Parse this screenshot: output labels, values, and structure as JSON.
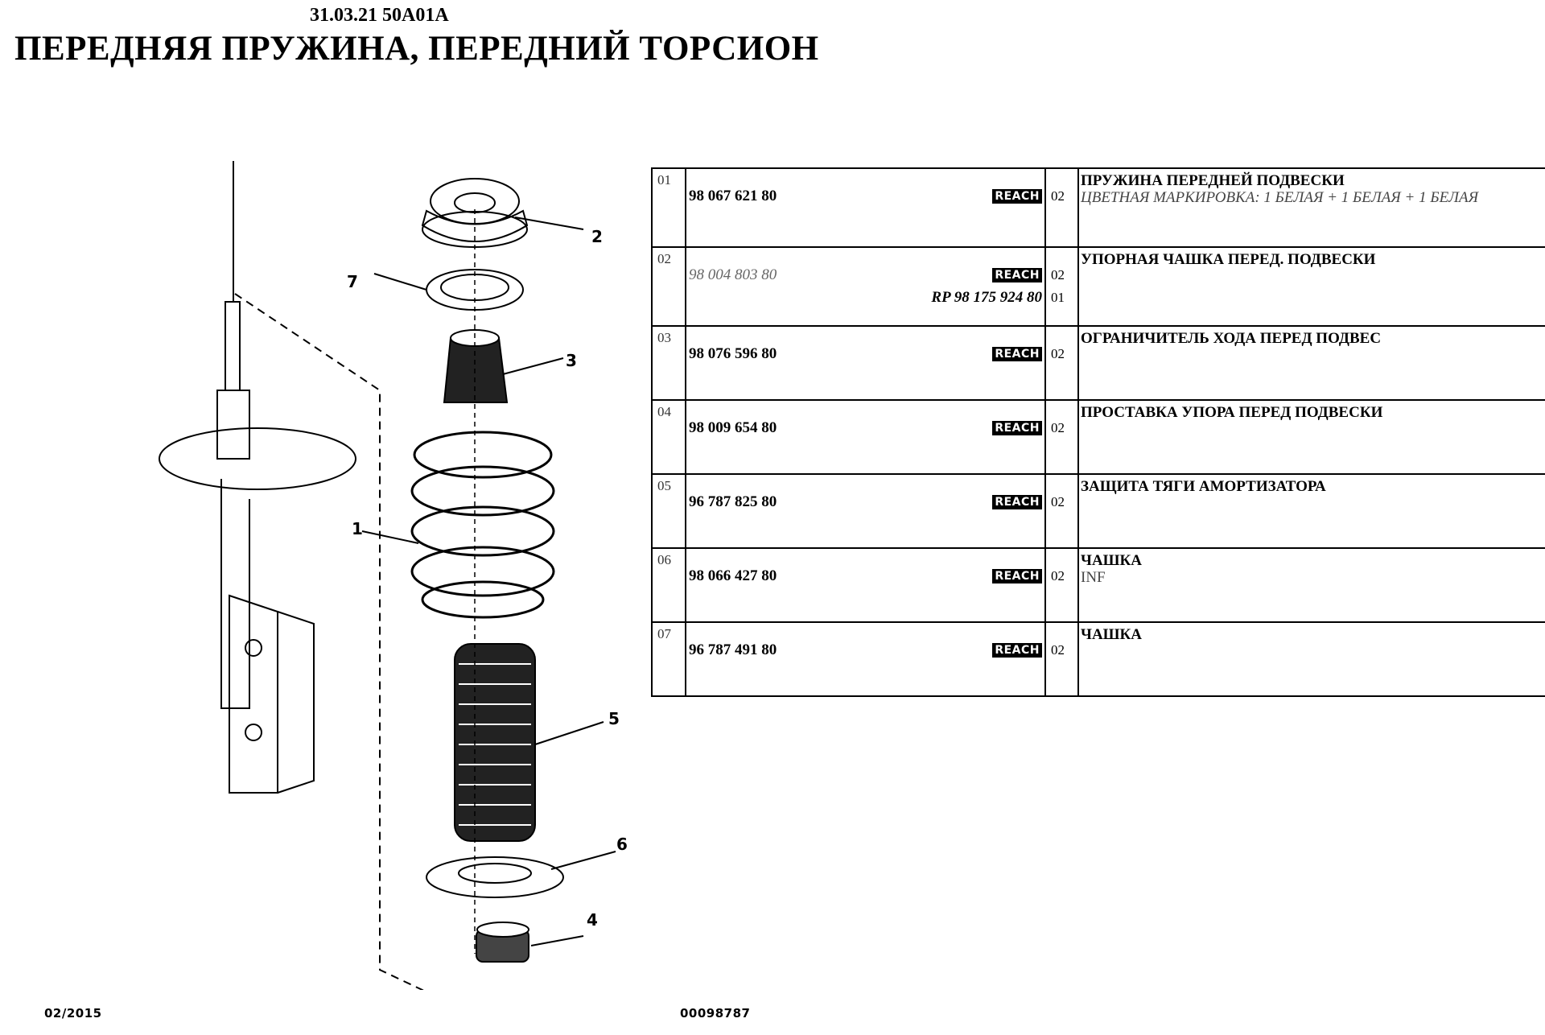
{
  "header": {
    "code": "31.03.21 50A01A",
    "title": "ПЕРЕДНЯЯ ПРУЖИНА, ПЕРЕДНИЙ ТОРСИОН"
  },
  "footer": {
    "date": "02/2015",
    "doc_number": "00098787"
  },
  "diagram": {
    "callouts": [
      "1",
      "2",
      "3",
      "4",
      "5",
      "6",
      "7"
    ]
  },
  "badge_text": "REACH",
  "parts": [
    {
      "index": "01",
      "ref": "98 067 621 80",
      "reach": "REACH",
      "qty": "02",
      "desc": "ПРУЖИНА ПЕРЕДНЕЙ ПОДВЕСКИ",
      "note": "ЦВЕТНАЯ МАРКИРОВКА: 1 БЕЛАЯ + 1 БЕЛАЯ + 1 БЕЛАЯ"
    },
    {
      "index": "02",
      "ref": "98 004 803 80",
      "reach": "REACH",
      "qty": "02",
      "rp": "RP 98 175 924 80",
      "rp_qty": "01",
      "desc": "УПОРНАЯ ЧАШКА ПЕРЕД. ПОДВЕСКИ",
      "note": ""
    },
    {
      "index": "03",
      "ref": "98 076 596 80",
      "reach": "REACH",
      "qty": "02",
      "desc": "ОГРАНИЧИТЕЛЬ ХОДА ПЕРЕД ПОДВЕС",
      "note": ""
    },
    {
      "index": "04",
      "ref": "98 009 654 80",
      "reach": "REACH",
      "qty": "02",
      "desc": "ПРОСТАВКА УПОРА ПЕРЕД ПОДВЕСКИ",
      "note": ""
    },
    {
      "index": "05",
      "ref": "96 787 825 80",
      "reach": "REACH",
      "qty": "02",
      "desc": "ЗАЩИТА ТЯГИ АМОРТИЗАТОРА",
      "note": ""
    },
    {
      "index": "06",
      "ref": "98 066 427 80",
      "reach": "REACH",
      "qty": "02",
      "desc": "ЧАШКА",
      "note": "INF"
    },
    {
      "index": "07",
      "ref": "96 787 491 80",
      "reach": "REACH",
      "qty": "02",
      "desc": "ЧАШКА",
      "note": ""
    }
  ]
}
